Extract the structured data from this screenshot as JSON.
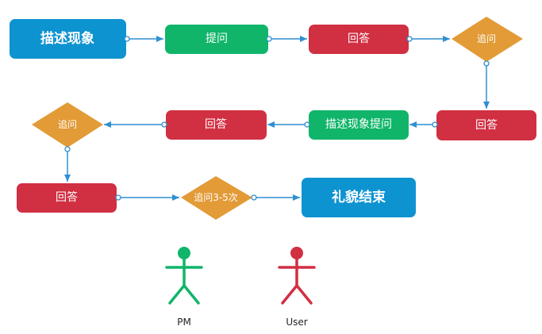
{
  "colors": {
    "blue": "#0e93d1",
    "green": "#10b56a",
    "red": "#d12f42",
    "orange": "#e29b37",
    "arrow": "#2f8fd0"
  },
  "nodes": {
    "describe": {
      "label": "描述现象",
      "shape": "process",
      "color": "blue"
    },
    "ask": {
      "label": "提问",
      "shape": "process",
      "color": "green"
    },
    "answer1": {
      "label": "回答",
      "shape": "process",
      "color": "red"
    },
    "followup1": {
      "label": "追问",
      "shape": "decision",
      "color": "orange"
    },
    "answer2": {
      "label": "回答",
      "shape": "process",
      "color": "red"
    },
    "describe_ask": {
      "label": "描述现象提问",
      "shape": "process",
      "color": "green"
    },
    "answer3": {
      "label": "回答",
      "shape": "process",
      "color": "red"
    },
    "followup2": {
      "label": "追问",
      "shape": "decision",
      "color": "orange"
    },
    "answer4": {
      "label": "回答",
      "shape": "process",
      "color": "red"
    },
    "followup3": {
      "label": "追问3-5次",
      "shape": "decision",
      "color": "orange"
    },
    "end": {
      "label": "礼貌结束",
      "shape": "process",
      "color": "blue"
    }
  },
  "edges": [
    [
      "describe",
      "ask"
    ],
    [
      "ask",
      "answer1"
    ],
    [
      "answer1",
      "followup1"
    ],
    [
      "followup1",
      "answer2"
    ],
    [
      "answer2",
      "describe_ask"
    ],
    [
      "describe_ask",
      "answer3"
    ],
    [
      "answer3",
      "followup2"
    ],
    [
      "followup2",
      "answer4"
    ],
    [
      "answer4",
      "followup3"
    ],
    [
      "followup3",
      "end"
    ]
  ],
  "legend": {
    "pm": {
      "label": "PM",
      "color": "green"
    },
    "user": {
      "label": "User",
      "color": "red"
    }
  }
}
